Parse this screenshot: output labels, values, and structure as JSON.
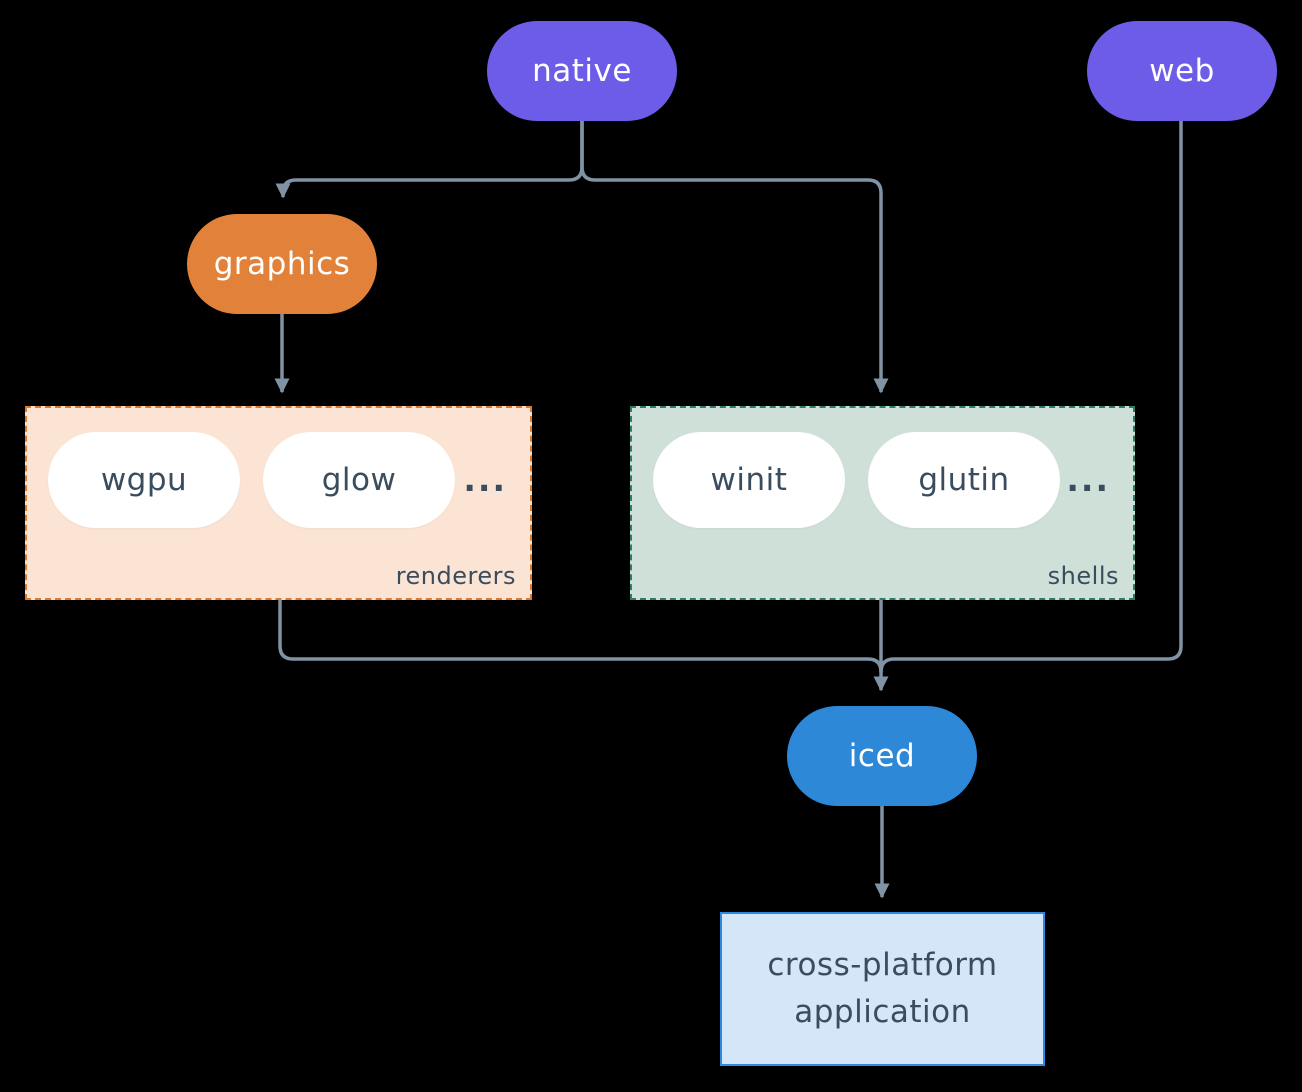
{
  "colors": {
    "bg": "#000000",
    "line": "#8093a5",
    "node-text": "#ffffff",
    "dark-text": "#3a4d5f",
    "purple": "#6c5ce7",
    "orange": "#e2823a",
    "blue": "#2e88d8",
    "renderers-fill": "#fbe4d3",
    "renderers-border": "#e0792c",
    "shells-fill": "#cfe0d9",
    "shells-border": "#2f7a68",
    "app-fill": "#d4e6f7",
    "app-border": "#2e89e0",
    "item-pill-fill": "#ffffff"
  },
  "nodes": {
    "native": "native",
    "web": "web",
    "graphics": "graphics",
    "iced": "iced"
  },
  "groups": {
    "renderers": {
      "label": "renderers",
      "items": [
        "wgpu",
        "glow"
      ],
      "ellipsis": "..."
    },
    "shells": {
      "label": "shells",
      "items": [
        "winit",
        "glutin"
      ],
      "ellipsis": "..."
    }
  },
  "application": {
    "line1": "cross-platform",
    "line2": "application"
  }
}
